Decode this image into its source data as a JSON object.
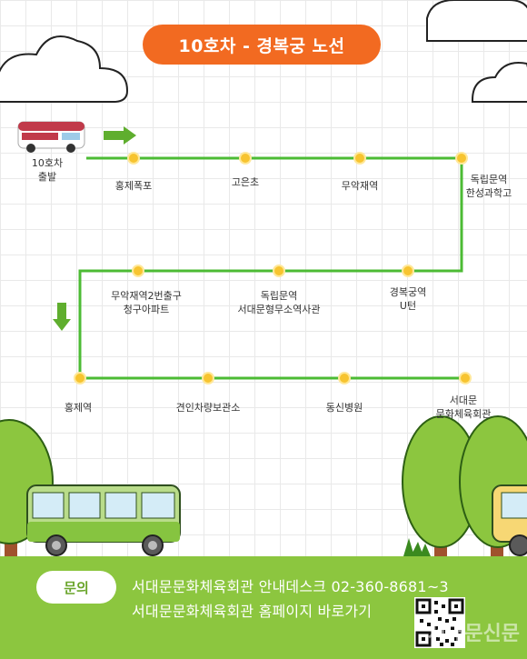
{
  "title": "10호차 - 경복궁 노선",
  "start": "10호차\n출발",
  "stops": [
    "홍제폭포",
    "고은초",
    "무악재역",
    "독립문역\n한성과학고",
    "경복궁역\nU턴",
    "독립문역\n서대문형무소역사관",
    "무악재역2번출구\n청구아파트",
    "홍제역",
    "견인차량보관소",
    "동신병원",
    "서대문\n문화체육회관"
  ],
  "footer": {
    "inquiry_label": "문의",
    "line1": "서대문문화체육회관 안내데스크 02-360-8681~3",
    "line2": "서대문문화체육회관 홈페이지 바로가기"
  },
  "watermark": "서대문신문",
  "colors": {
    "title_bg": "#f26a21",
    "route_line": "#4cbb34",
    "stop_dot": "#f7c430",
    "footer_bg": "#8cc63f",
    "arrow": "#5fae2e"
  }
}
